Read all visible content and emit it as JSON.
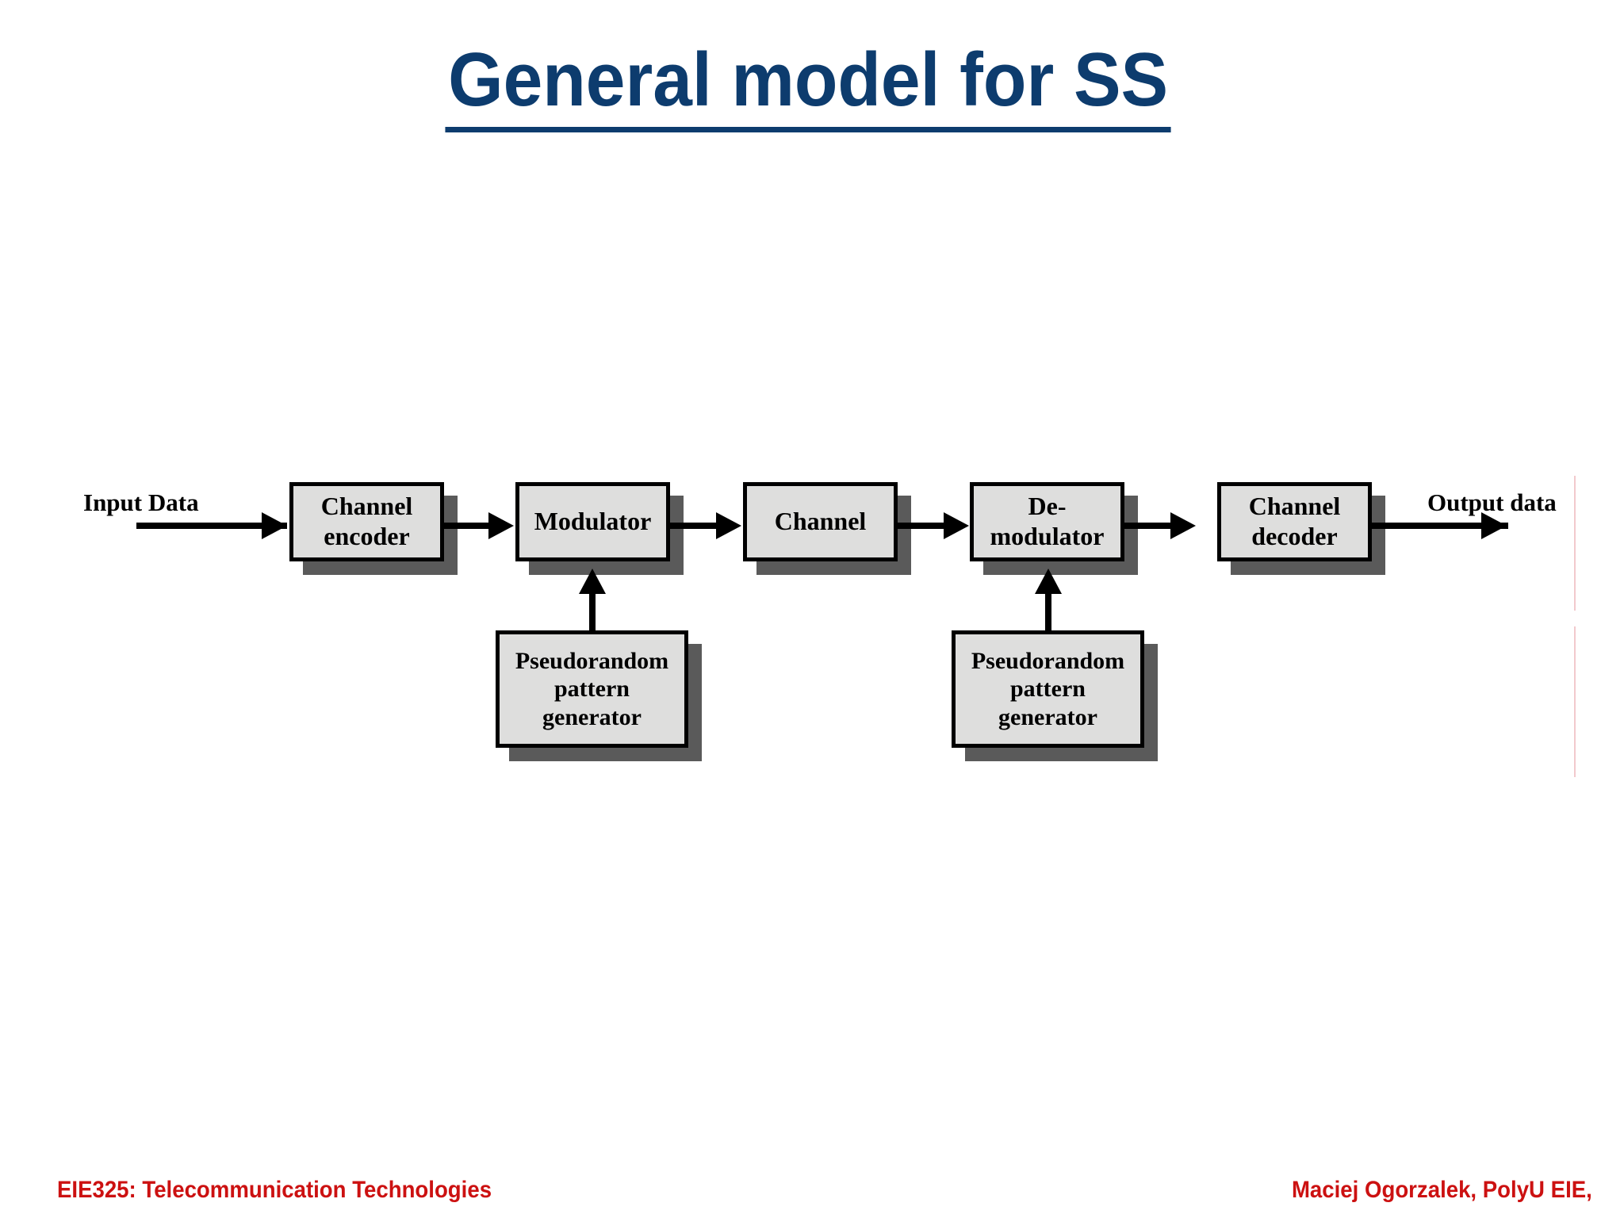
{
  "slide": {
    "title": "General model for SS",
    "title_color": "#0d3c6e",
    "background_color": "#ffffff"
  },
  "diagram": {
    "type": "block-diagram",
    "box_fill": "#dededd",
    "box_border": "#000000",
    "box_shadow": "#5a5a5a",
    "input_label": "Input Data",
    "output_label": "Output data",
    "blocks": [
      {
        "id": "channel-encoder",
        "label": "Channel\nencoder"
      },
      {
        "id": "modulator",
        "label": "Modulator"
      },
      {
        "id": "channel",
        "label": "Channel"
      },
      {
        "id": "demodulator",
        "label": "De-\nmodulator"
      },
      {
        "id": "channel-decoder",
        "label": "Channel\ndecoder"
      },
      {
        "id": "prg-transmit",
        "label": "Pseudorandom\npattern\ngenerator"
      },
      {
        "id": "prg-receive",
        "label": "Pseudorandom\npattern\ngenerator"
      }
    ],
    "block_labels": {
      "channel_encoder_line1": "Channel",
      "channel_encoder_line2": "encoder",
      "modulator": "Modulator",
      "channel": "Channel",
      "demodulator_line1": "De-",
      "demodulator_line2": "modulator",
      "channel_decoder_line1": "Channel",
      "channel_decoder_line2": "decoder",
      "prg_line1": "Pseudorandom",
      "prg_line2": "pattern",
      "prg_line3": "generator"
    }
  },
  "footer": {
    "left": "EIE325: Telecommunication Technologies",
    "right": "Maciej Ogorzalek, PolyU EIE,",
    "color": "#cc1111"
  }
}
